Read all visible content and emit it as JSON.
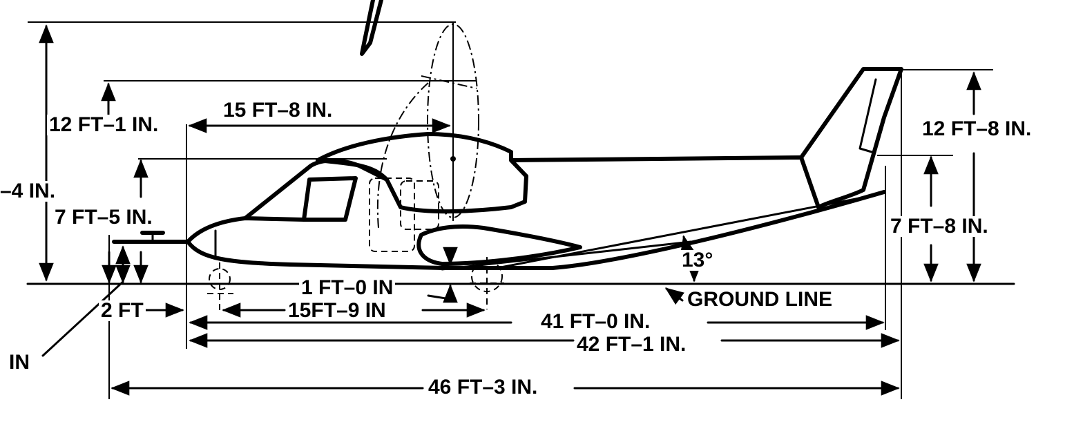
{
  "figure": {
    "ground_label": "GROUND LINE",
    "angle_label": "13°"
  },
  "dimensions": {
    "height_total": "–4 IN.",
    "height_rotor_tip": "12 FT–1 IN.",
    "height_wing": "7 FT–5 IN.",
    "rotor_station": "15 FT–8 IN.",
    "height_tail_top": "12 FT–8 IN.",
    "height_tail_bottom": "7 FT–8 IN.",
    "gear_clearance": "1 FT–0 IN",
    "wheelbase": "15FT–9 IN",
    "nose_offset": "2 FT",
    "pitot": "IN",
    "length_to_tail": "41 FT–0 IN.",
    "length_fuselage": "42 FT–1 IN.",
    "length_overall": "46 FT–3 IN."
  }
}
